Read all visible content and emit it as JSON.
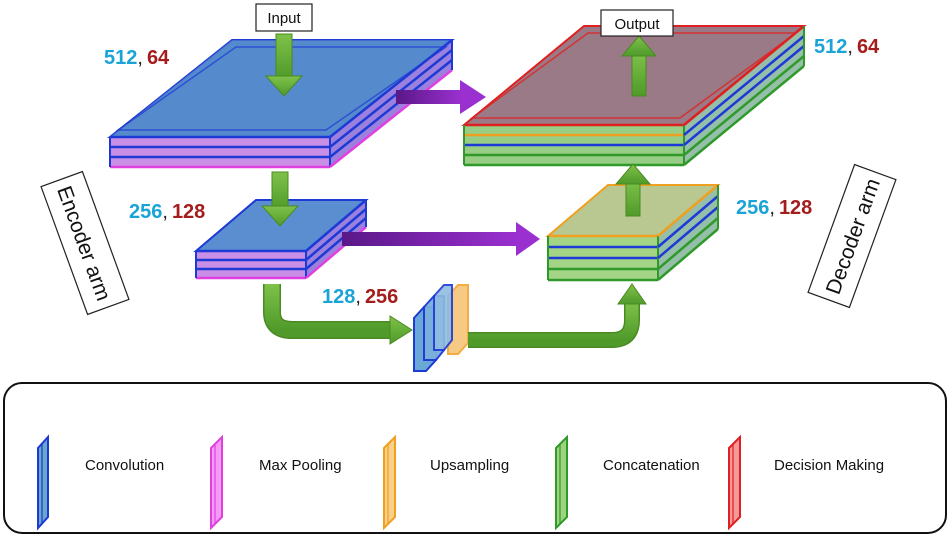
{
  "labels": {
    "input": "Input",
    "output": "Output",
    "encoder": "Encoder arm",
    "decoder": "Decoder arm"
  },
  "dims": {
    "top_left": {
      "a": "512",
      "sep": ",",
      "b": "64"
    },
    "top_right": {
      "a": "512",
      "sep": ",",
      "b": "64"
    },
    "mid_left": {
      "a": "256",
      "sep": ",",
      "b": "128"
    },
    "mid_right": {
      "a": "256",
      "sep": ",",
      "b": "128"
    },
    "bottom": {
      "a": "128",
      "sep": ",",
      "b": "256"
    }
  },
  "legend": [
    {
      "label": "Convolution",
      "color": "#4472c4"
    },
    {
      "label": "Max Pooling",
      "color": "#e86be8"
    },
    {
      "label": "Upsampling",
      "color": "#f5b040"
    },
    {
      "label": "Concatenation",
      "color": "#5cb040"
    },
    {
      "label": "Decision Making",
      "color": "#e84a4a"
    }
  ],
  "colors": {
    "convolution_edge": "#1d39d6",
    "max_pooling_edge": "#e040e0",
    "upsampling_edge": "#f0a020",
    "concatenation_edge": "#2f9a2a",
    "decision_edge": "#e02020",
    "arrow_green": "#6aa832",
    "arrow_purple": "#7a1fa8",
    "dim_blue": "#1aa3d6",
    "dim_red": "#a51c1c"
  }
}
